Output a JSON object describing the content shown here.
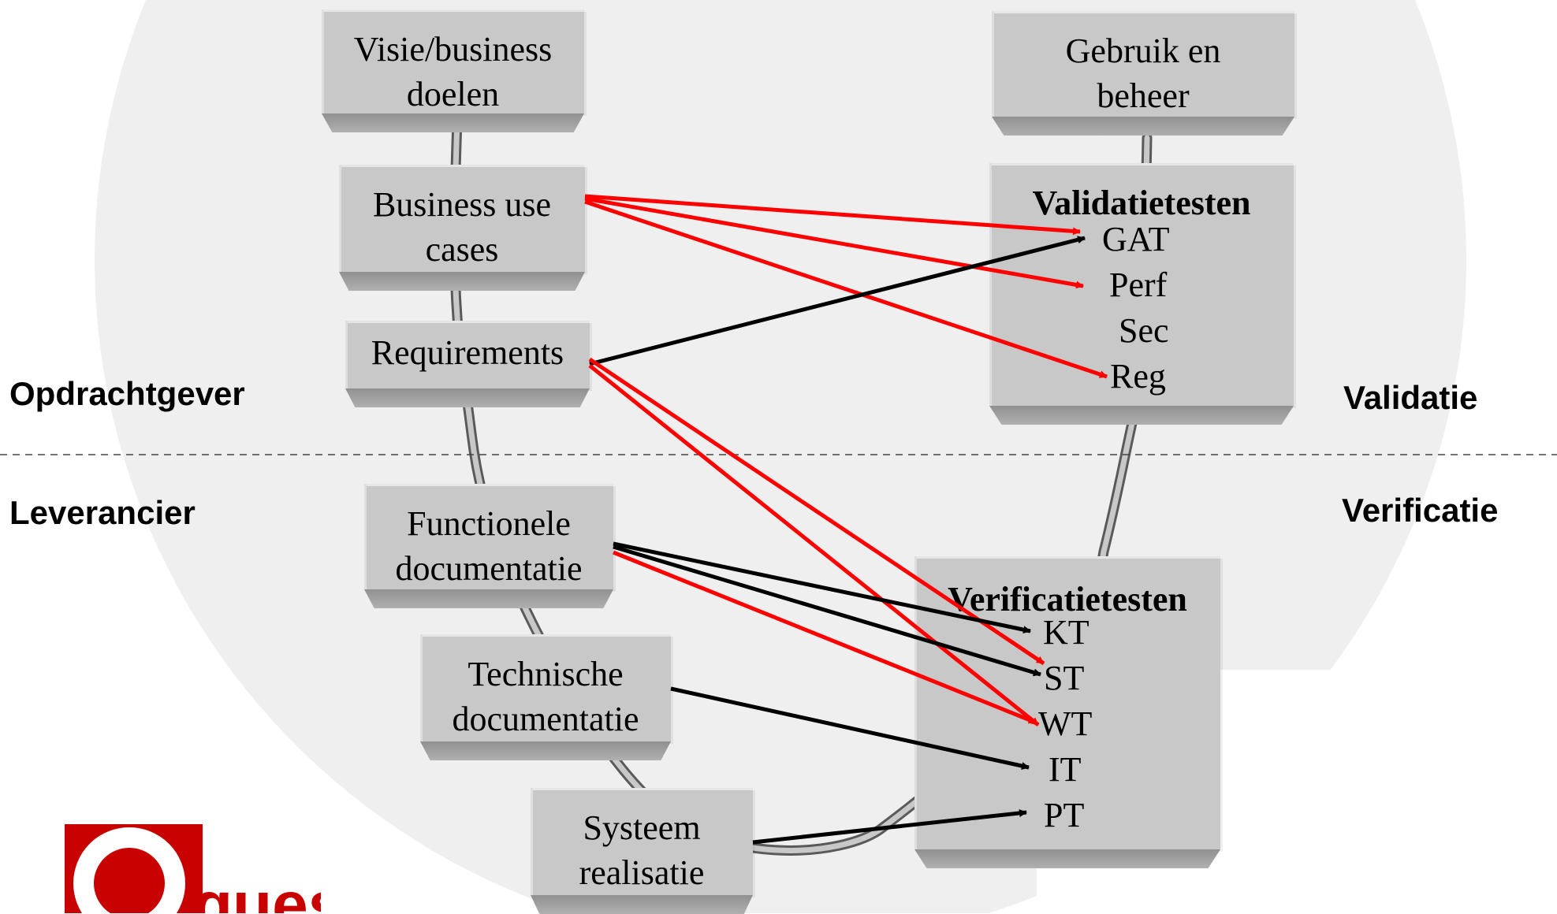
{
  "boxes": {
    "visie": {
      "line1": "Visie/business",
      "line2": "doelen"
    },
    "business": {
      "line1": "Business use",
      "line2": "cases"
    },
    "requirements": {
      "line1": "Requirements"
    },
    "functionele": {
      "line1": "Functionele",
      "line2": "documentatie"
    },
    "technische": {
      "line1": "Technische",
      "line2": "documentatie"
    },
    "systeem": {
      "line1": "Systeem",
      "line2": "realisatie"
    },
    "gebruik": {
      "line1": "Gebruik en",
      "line2": "beheer"
    },
    "validatie": {
      "title": "Validatietesten",
      "items": [
        "GAT",
        "Perf",
        "Sec",
        "Reg"
      ]
    },
    "verificatie": {
      "title": "Verificatietesten",
      "items": [
        "KT",
        "ST",
        "WT",
        "IT",
        "PT"
      ]
    }
  },
  "labels": {
    "opdrachtgever": "Opdrachtgever",
    "leverancier": "Leverancier",
    "validatie": "Validatie",
    "verificatie": "Verificatie"
  },
  "logo": {
    "text": "quest"
  },
  "colors": {
    "box": "#c8c8c8",
    "red_arrow": "#ff0000",
    "black_arrow": "#000000",
    "logo_red": "#c80000",
    "background_shape": "#efefef"
  }
}
